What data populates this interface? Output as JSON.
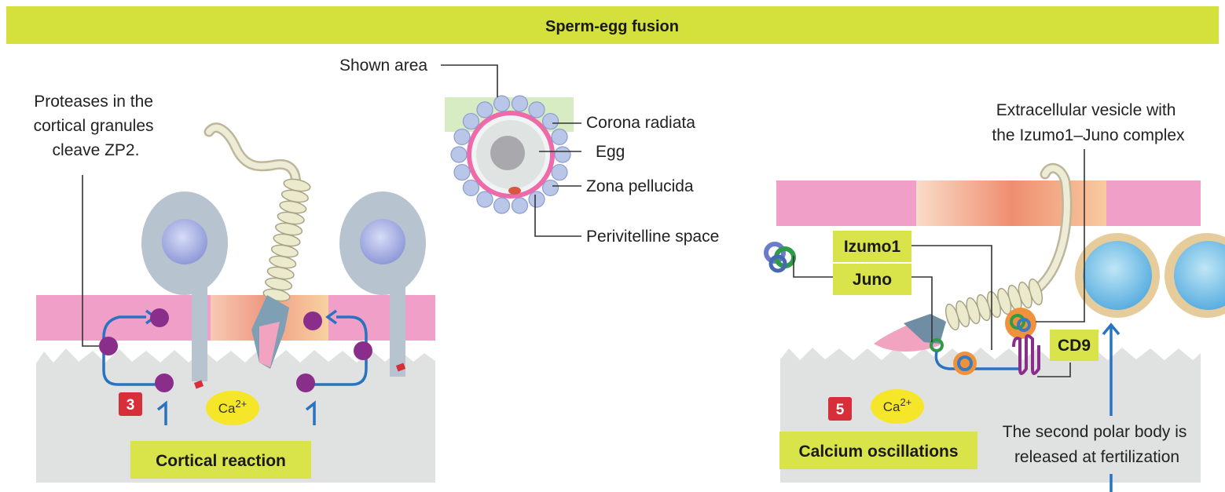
{
  "title": "Sperm-egg fusion",
  "colors": {
    "banner": "#d4e03c",
    "label_box": "#d9e34a",
    "membrane_pink": "#ef9fc8",
    "cytoplasm": "#dfe2e1",
    "granule_purple": "#8a2e8c",
    "arrow_blue": "#2a73c0",
    "calcium_yellow": "#f6e62a",
    "step_red": "#d62f3a"
  },
  "inset": {
    "shown_area": "Shown area",
    "corona_radiata": "Corona radiata",
    "egg": "Egg",
    "zona_pellucida": "Zona pellucida",
    "perivitelline_space": "Perivitelline space"
  },
  "left_panel": {
    "note_lines": [
      "Proteases in the",
      "cortical granules",
      "cleave ZP2."
    ],
    "step_number": "3",
    "calcium": "Ca",
    "calcium_sup": "2+",
    "label": "Cortical reaction"
  },
  "right_panel": {
    "vesicle_lines": [
      "Extracellular vesicle with",
      "the Izumo1–Juno complex"
    ],
    "izumo1": "Izumo1",
    "juno": "Juno",
    "cd9": "CD9",
    "step_number": "5",
    "calcium": "Ca",
    "calcium_sup": "2+",
    "label": "Calcium oscillations",
    "polar_body_lines": [
      "The second polar body is",
      "released at fertilization"
    ]
  }
}
